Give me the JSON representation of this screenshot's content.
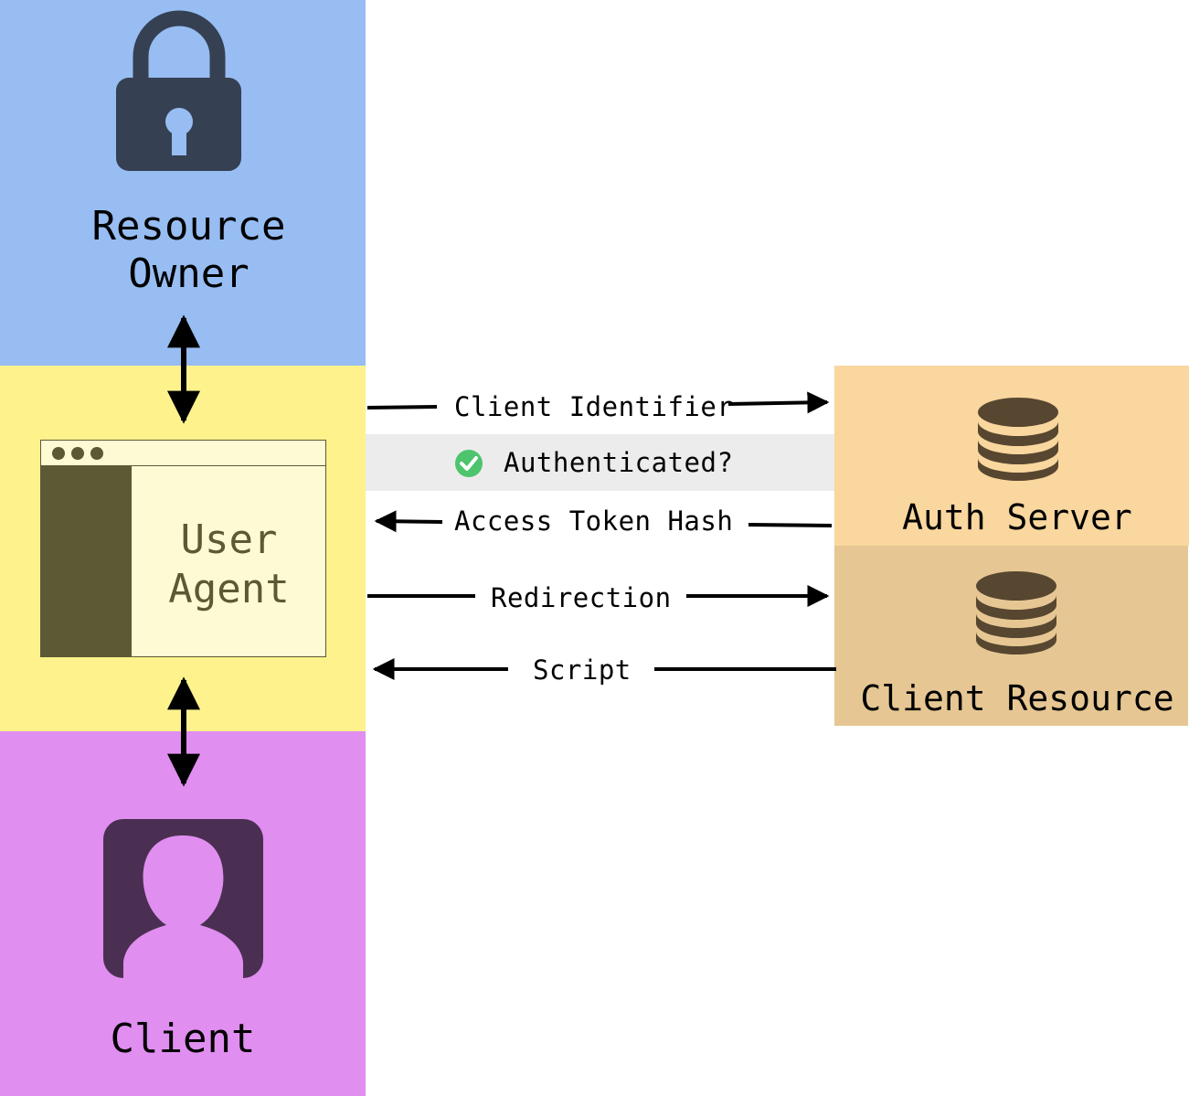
{
  "nodes": {
    "resource_owner": {
      "label": "Resource\nOwner",
      "icon": "lock-icon",
      "color": "#97bdf2"
    },
    "user_agent": {
      "label": "User\nAgent",
      "icon": "browser-window-icon",
      "color": "#fef28d"
    },
    "client": {
      "label": "Client",
      "icon": "user-avatar-icon",
      "color": "#e08ef0"
    },
    "auth_server": {
      "label": "Auth Server",
      "icon": "database-icon",
      "color": "#f9d79e"
    },
    "client_resource": {
      "label": "Client Resource",
      "icon": "database-icon",
      "color": "#e6c793"
    }
  },
  "flows": {
    "client_identifier": "Client Identifier",
    "authenticated": "Authenticated?",
    "access_token_hash": "Access Token Hash",
    "redirection": "Redirection",
    "script": "Script"
  },
  "colors": {
    "lock": "#354052",
    "database": "#574630",
    "client_icon": "#4b2f52",
    "check": "#4dc46d",
    "browser_dark": "#5d5934"
  }
}
